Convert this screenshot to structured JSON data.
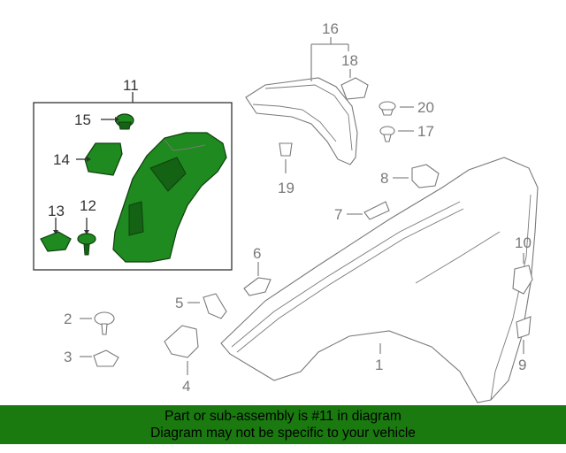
{
  "callouts": {
    "c1": "1",
    "c2": "2",
    "c3": "3",
    "c4": "4",
    "c5": "5",
    "c6": "6",
    "c7": "7",
    "c8": "8",
    "c9": "9",
    "c10": "10",
    "c11": "11",
    "c12": "12",
    "c13": "13",
    "c14": "14",
    "c15": "15",
    "c16": "16",
    "c17": "17",
    "c18": "18",
    "c19": "19",
    "c20": "20"
  },
  "banner": {
    "line1": "Part or sub-assembly is #11 in diagram",
    "line2": "Diagram may not be specific to your vehicle"
  },
  "colors": {
    "highlight": "#1f8a1f",
    "banner": "#1a7a10"
  }
}
